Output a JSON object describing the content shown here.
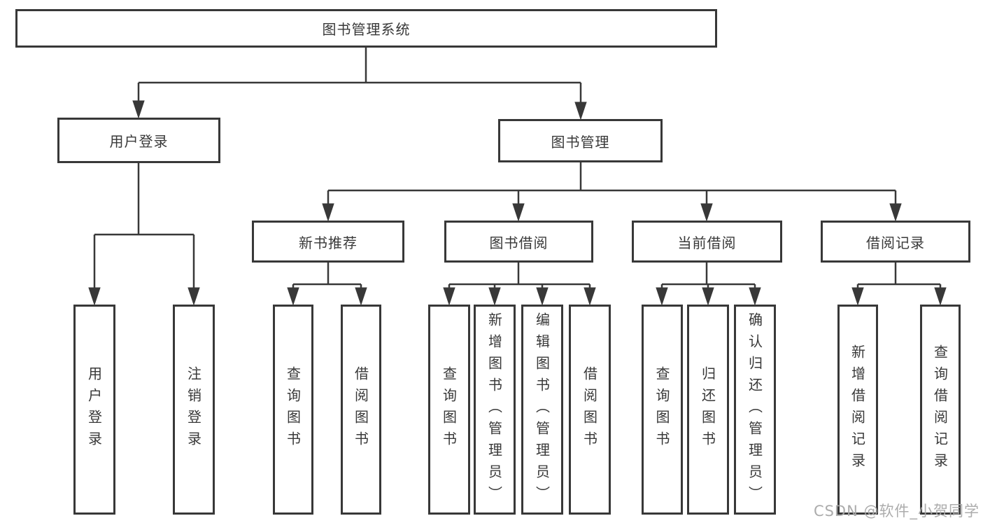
{
  "title": {
    "label": "图书管理系统"
  },
  "level2": {
    "user_login": {
      "label": "用户登录"
    },
    "book_mgmt": {
      "label": "图书管理"
    }
  },
  "level3": {
    "new_books": {
      "label": "新书推荐"
    },
    "book_borrow": {
      "label": "图书借阅"
    },
    "current_borrow": {
      "label": "当前借阅"
    },
    "borrow_records": {
      "label": "借阅记录"
    }
  },
  "leaves": {
    "user_login": [
      "用户登录",
      "注销登录"
    ],
    "new_books": [
      "查询图书",
      "借阅图书"
    ],
    "book_borrow": [
      "查询图书",
      "新增图书（管理员）",
      "编辑图书（管理员）",
      "借阅图书"
    ],
    "current_borrow": [
      "查询图书",
      "归还图书",
      "确认归还（管理员）"
    ],
    "borrow_records": [
      "新增借阅记录",
      "查询借阅记录"
    ]
  },
  "watermark": {
    "text": "CSDN @软件_小贺同学"
  },
  "colors": {
    "line": "#383838",
    "border": "#383838",
    "text": "#383838",
    "watermark": "#a8a8a8",
    "background": "#ffffff"
  }
}
